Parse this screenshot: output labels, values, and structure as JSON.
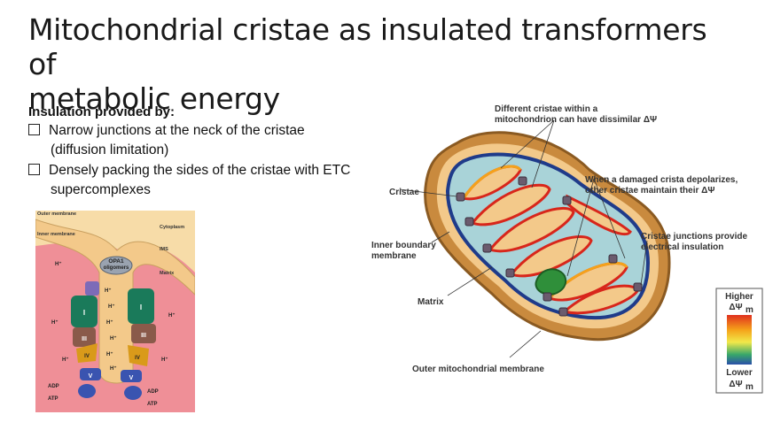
{
  "slide": {
    "title_line1": "Mitochondrial cristae as insulated transformers of",
    "title_line2": "metabolic energy",
    "insulation_heading": "Insulation provided by:",
    "bullet1_line1": "Narrow junctions at the neck of the cristae",
    "bullet1_line2": "(diffusion limitation)",
    "bullet2_line1": "Densely packing the sides of the cristae with ETC",
    "bullet2_line2": "supercomplexes"
  },
  "left_figure": {
    "outer_membrane": "Outer membrane",
    "inner_membrane": "Inner membrane",
    "cytoplasm": "Cytoplasm",
    "ims": "IMS",
    "matrix": "Matrix",
    "opa1_line1": "OPA1",
    "opa1_line2": "oligomers",
    "proton": "H⁺",
    "adp": "ADP",
    "atp": "ATP",
    "complex_I": "I",
    "complex_III": "III",
    "complex_IV": "IV",
    "complex_V": "V"
  },
  "right_figure": {
    "callout_top_line1": "Different cristae within a",
    "callout_top_line2": "mitochondrion can have dissimilar ΔΨ",
    "callout_damaged_line1": "When a damaged crista depolarizes,",
    "callout_damaged_line2": "other cristae maintain their ΔΨ",
    "callout_junction_line1": "Cristae junctions provide",
    "callout_junction_line2": "electrical insulation",
    "cristae": "Cristae",
    "inner_boundary_line1": "Inner boundary",
    "inner_boundary_line2": "membrane",
    "matrix": "Matrix",
    "outer_membrane": "Outer mitochondrial membrane",
    "legend_higher": "Higher",
    "legend_lower": "Lower",
    "legend_symbol": "ΔΨ",
    "legend_subscript": "m"
  },
  "colors": {
    "ims": "#f3c98a",
    "matrix": "#ef8f97",
    "outer_shell": "#c98a3e",
    "inner_membrane": "#1f3b8a",
    "matrix_right": "#a9d3d8",
    "crista": "#d8261b",
    "complex_green": "#1a7a5a",
    "complex_brown": "#8a5a4a",
    "complex_yellow": "#d99a1a",
    "complex_blue": "#3a54b0"
  }
}
